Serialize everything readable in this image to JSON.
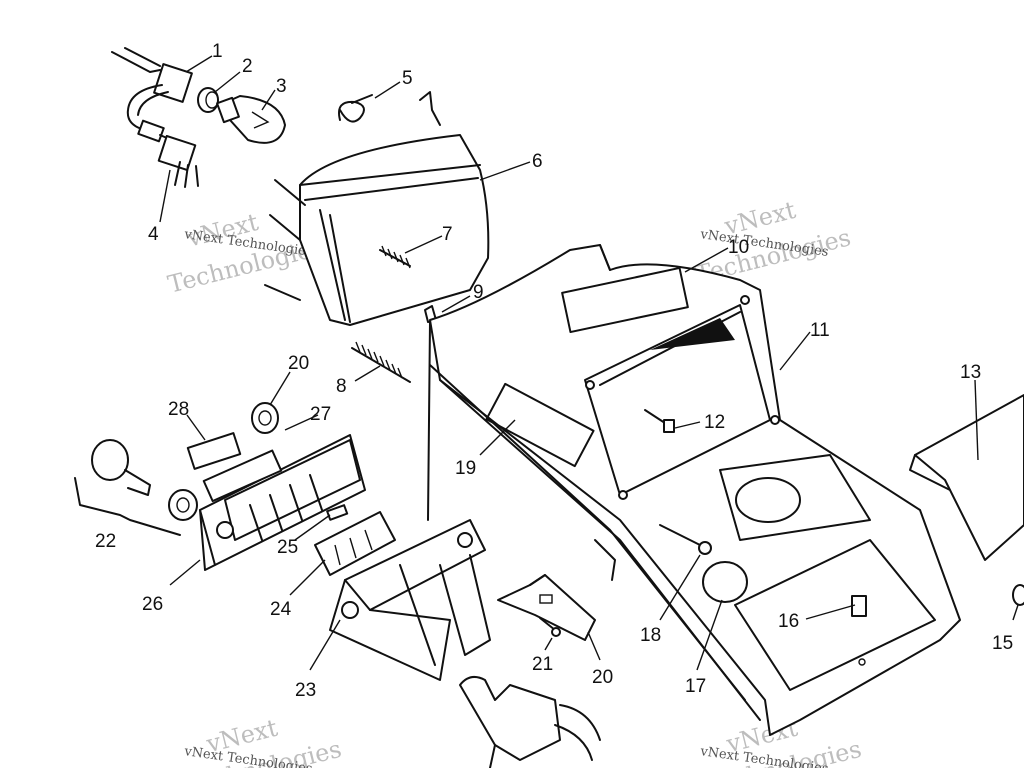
{
  "watermark": {
    "brand": "vNext",
    "word": "Technologies",
    "full": "vNext Technologies"
  },
  "callouts": {
    "c1": "1",
    "c2": "2",
    "c3": "3",
    "c4": "4",
    "c5": "5",
    "c6": "6",
    "c7": "7",
    "c8": "8",
    "c9": "9",
    "c10": "10",
    "c11": "11",
    "c12": "12",
    "c13": "13",
    "c15": "15",
    "c16": "16",
    "c17": "17",
    "c18": "18",
    "c19": "19",
    "c20a": "20",
    "c20b": "20",
    "c21": "21",
    "c22": "22",
    "c23": "23",
    "c24": "24",
    "c25": "25",
    "c26": "26",
    "c27": "27",
    "c28": "28"
  }
}
